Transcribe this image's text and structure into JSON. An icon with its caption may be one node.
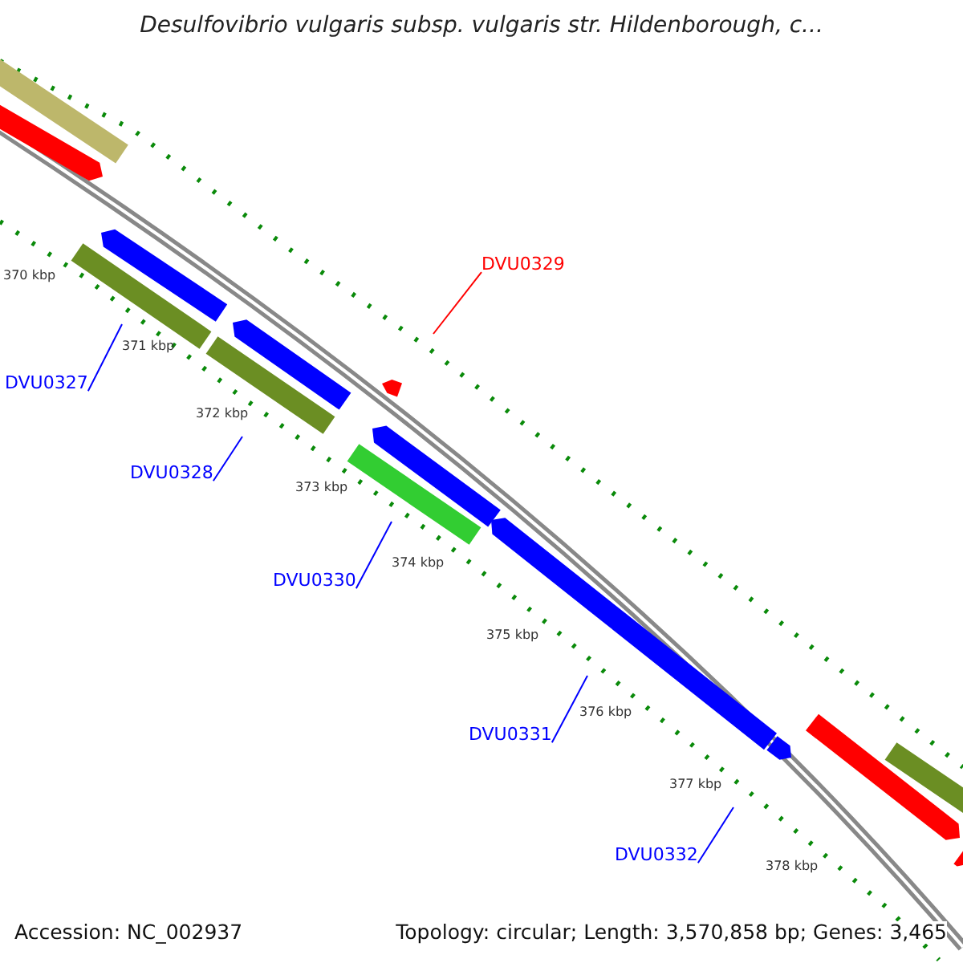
{
  "diagram": {
    "title": "Desulfovibrio vulgaris subsp. vulgaris str. Hildenborough, c...",
    "nodes": [
      {
        "text": [
          "DVU0329"
        ]
      },
      {
        "text": [
          "DVU0327"
        ]
      },
      {
        "text": [
          "DVU0328"
        ]
      },
      {
        "text": [
          "DVU0330"
        ]
      },
      {
        "text": [
          "DVU0331"
        ]
      },
      {
        "text": [
          "DVU0332"
        ]
      }
    ],
    "edges": [
      {
        "from": 0,
        "to": null,
        "arrow": "none",
        "color": "#ff0000"
      },
      {
        "from": 1,
        "to": null,
        "arrow": "none"
      },
      {
        "from": 2,
        "to": null,
        "arrow": "none"
      },
      {
        "from": 3,
        "to": null,
        "arrow": "none"
      },
      {
        "from": 4,
        "to": null,
        "arrow": "none"
      },
      {
        "from": 5,
        "to": null,
        "arrow": "none"
      }
    ],
    "labels": [
      "370 kbp",
      "371 kbp",
      "372 kbp",
      "373 kbp",
      "374 kbp",
      "375 kbp",
      "376 kbp",
      "377 kbp",
      "378 kbp",
      "Accession: NC_002937",
      "Topology: circular; Length: 3,570,858 bp; Genes: 3,465"
    ]
  }
}
